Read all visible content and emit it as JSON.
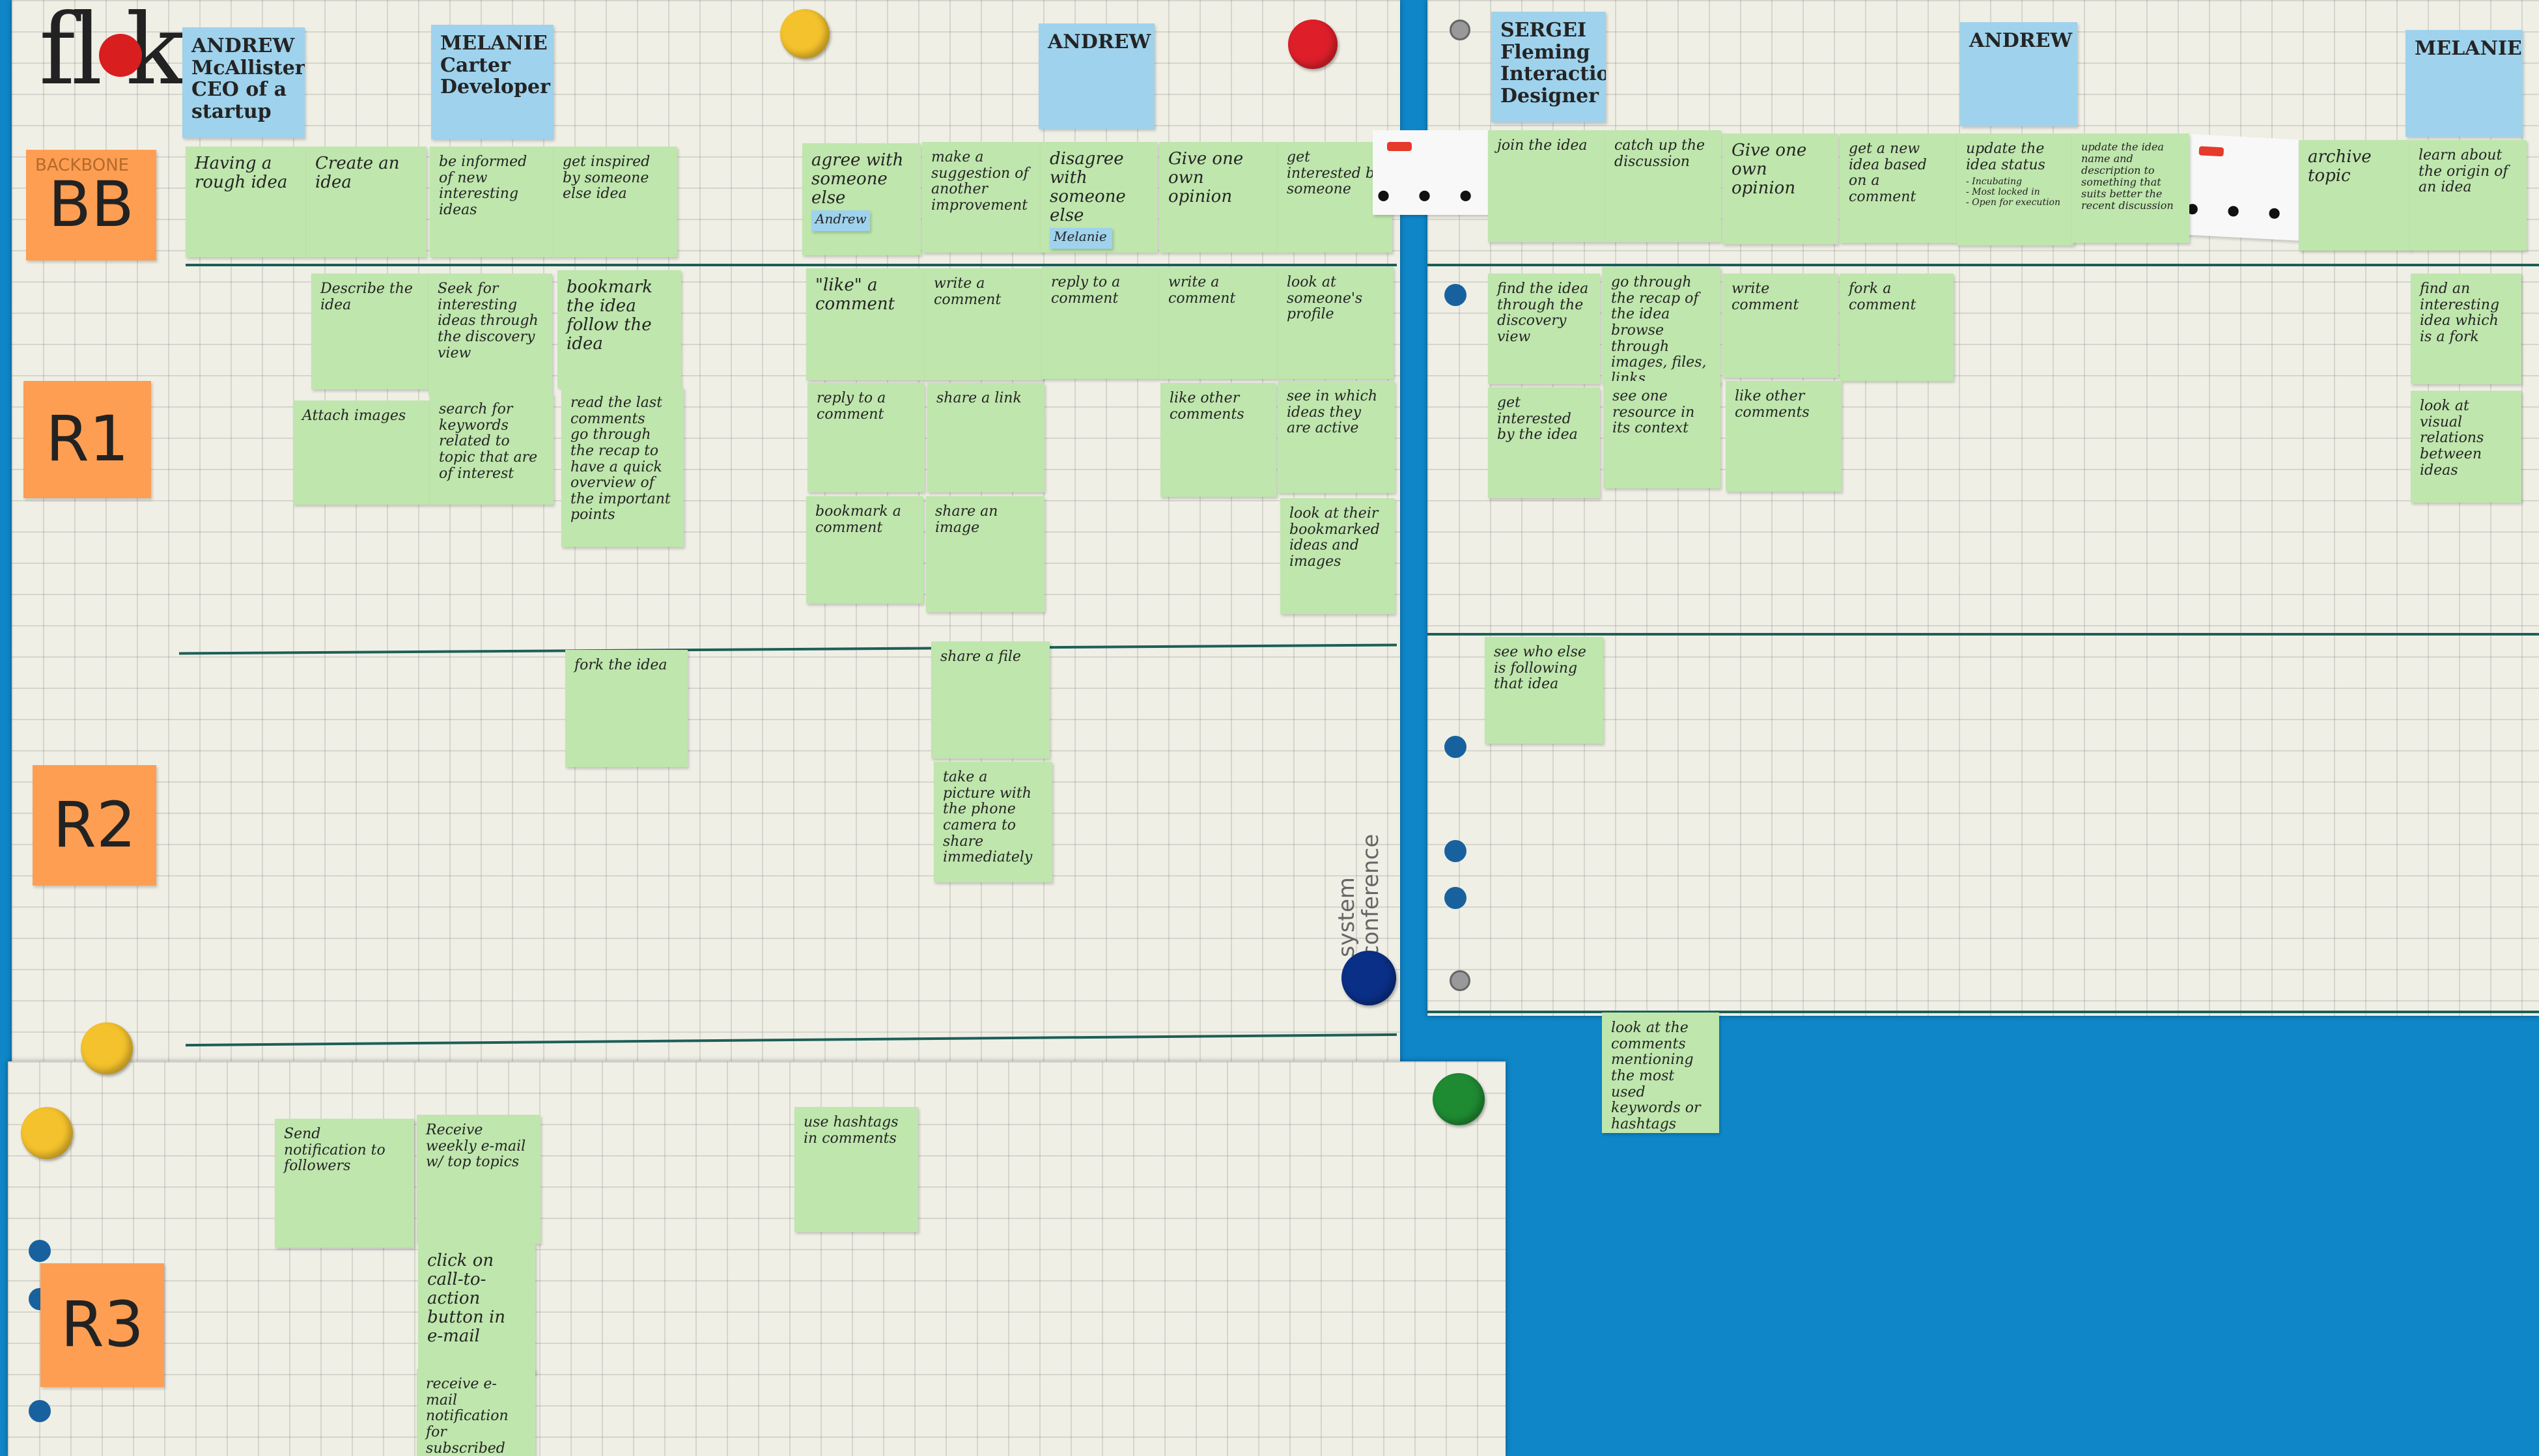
{
  "logo": {
    "text": "fl k"
  },
  "colors": {
    "background": "#0f86c8",
    "paper": "#efefe6",
    "green_note": "#bfe6ad",
    "blue_note": "#9fd2ec",
    "orange_note": "#fd9e52",
    "divider": "#1d5f57"
  },
  "rows": {
    "bb": "BB",
    "bb_sub": "BACKBONE",
    "r1": "R1",
    "r2": "R2",
    "r3": "R3"
  },
  "personas": [
    {
      "text": "ANDREW McAllister CEO of a startup"
    },
    {
      "text": "MELANIE Carter Developer"
    },
    {
      "text": "ANDREW"
    },
    {
      "text": "SERGEI Fleming Interaction Designer"
    },
    {
      "text": "ANDREW"
    },
    {
      "text": "MELANIE"
    }
  ],
  "backbone": [
    "Having a rough idea",
    "Create an idea",
    "be informed of new interesting ideas",
    "get inspired by someone else idea",
    "agree with someone else",
    "make a suggestion of another improvement",
    "disagree with someone else",
    "Give one own opinion",
    "get interested by someone",
    "join the idea",
    "catch up the discussion",
    "Give one own opinion",
    "get a new idea based on a comment",
    "update the idea status",
    "update the idea name and description to something that suits better the recent discussion",
    "archive topic",
    "learn about the origin of an idea"
  ],
  "andrew_tag": "Andrew",
  "melanie_tag": "Melanie",
  "status_list": [
    "- Incubating",
    "- Most locked in",
    "- Open for execution"
  ],
  "r1": [
    "Describe the idea",
    "Seek for interesting ideas through the discovery view",
    "bookmark the idea",
    "follow the idea",
    "\"like\" a comment",
    "write a comment",
    "reply to a comment",
    "write a comment",
    "look at someone's profile",
    "Attach images",
    "search for keywords related to topic that are of interest",
    "read the last comments",
    "go through the recap to have a quick overview of the important points",
    "reply to a comment",
    "share a link",
    "like other comments",
    "see in which ideas they are active",
    "bookmark a comment",
    "share an image",
    "look at their bookmarked ideas and images",
    "find the idea through the discovery view",
    "go through the recap of the idea",
    "browse through images, files, links",
    "write comment",
    "fork a comment",
    "find an interesting idea which is a fork",
    "get interested by the idea",
    "see one resource in its context",
    "like other comments",
    "look at visual relations between ideas"
  ],
  "r2": [
    "fork the idea",
    "share a file",
    "take a picture with the phone camera to share immediately",
    "see who else is following that idea",
    "look at the comments mentioning the most used keywords or hashtags"
  ],
  "r3": [
    "Send notification to followers",
    "Receive weekly e-mail w/ top topics",
    "use hashtags in comments",
    "click on call-to-action button in e-mail",
    "receive e-mail notification for subscribed topic new"
  ],
  "watermark": {
    "line1": "system",
    "line2": "conference"
  }
}
